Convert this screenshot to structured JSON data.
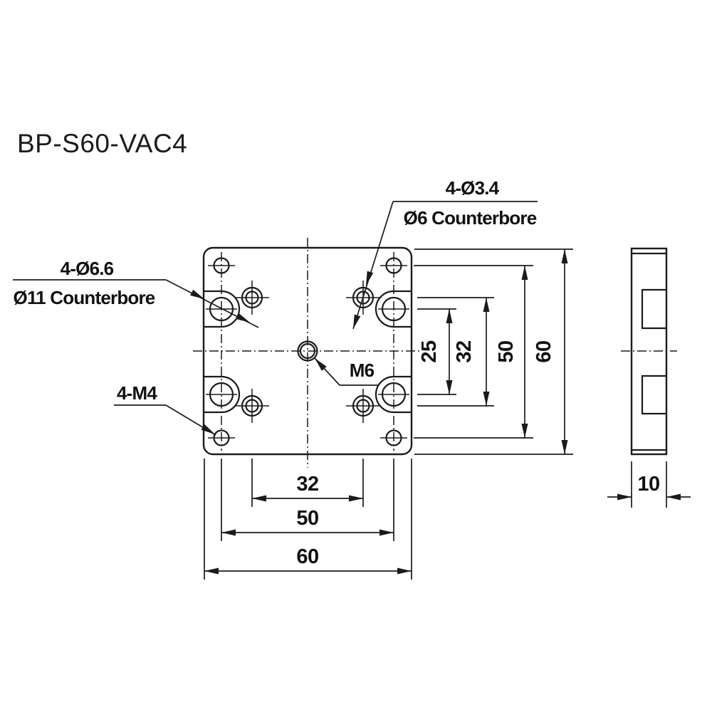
{
  "title": "BP-S60-VAC4",
  "labels": {
    "small_counterbore": {
      "line1": "4-Ø3.4",
      "line2": "Ø6 Counterbore"
    },
    "large_counterbore": {
      "line1": "4-Ø6.6",
      "line2": "Ø11 Counterbore"
    },
    "tapped_holes": "4-M4",
    "center_hole": "M6"
  },
  "dimensions": {
    "right_vertical": {
      "counterbore_row_pitch": "25",
      "small_hole_row_pitch": "32",
      "corner_hole_row_pitch": "50",
      "overall_height": "60"
    },
    "bottom_horizontal": {
      "small_hole_col_pitch": "32",
      "corner_hole_col_pitch": "50",
      "overall_width": "60"
    },
    "side_view": {
      "thickness": "10"
    }
  },
  "colors": {
    "line": "#1b1b1b",
    "background": "#ffffff"
  }
}
